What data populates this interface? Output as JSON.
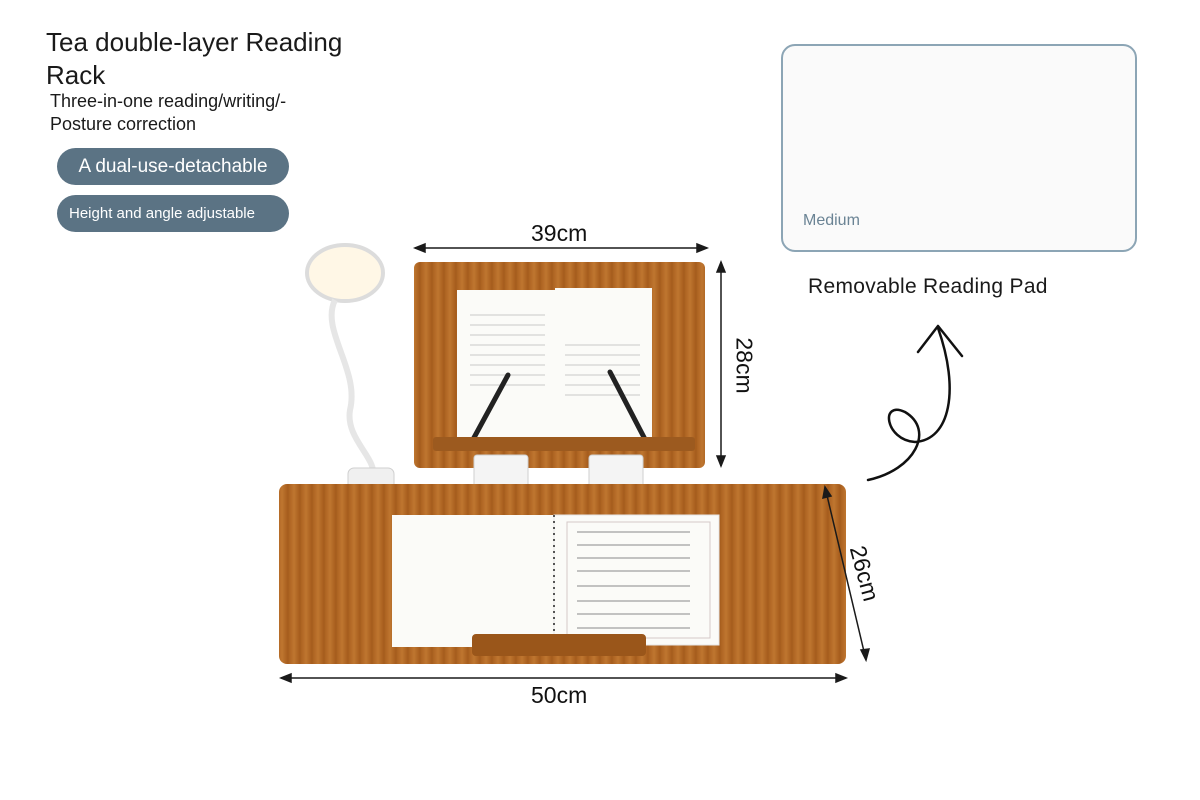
{
  "header": {
    "title": "Tea double-layer Reading Rack",
    "subtitle": "Three-in-one reading/writing/- Posture correction"
  },
  "badges": [
    {
      "label": "A dual-use-detachable",
      "color": "#5b7384"
    },
    {
      "label": "Height and angle adjustable",
      "color": "#5b7384"
    }
  ],
  "inset": {
    "label": "Medium",
    "border_color": "#8ca5b5"
  },
  "caption": "Removable Reading Pad",
  "dimensions": {
    "top_width": "39cm",
    "top_height": "28cm",
    "bottom_depth": "26cm",
    "bottom_width": "50cm"
  },
  "colors": {
    "wood": "#b36a25",
    "wood_dark": "#8f4f17",
    "paper": "#fbfbf8"
  }
}
